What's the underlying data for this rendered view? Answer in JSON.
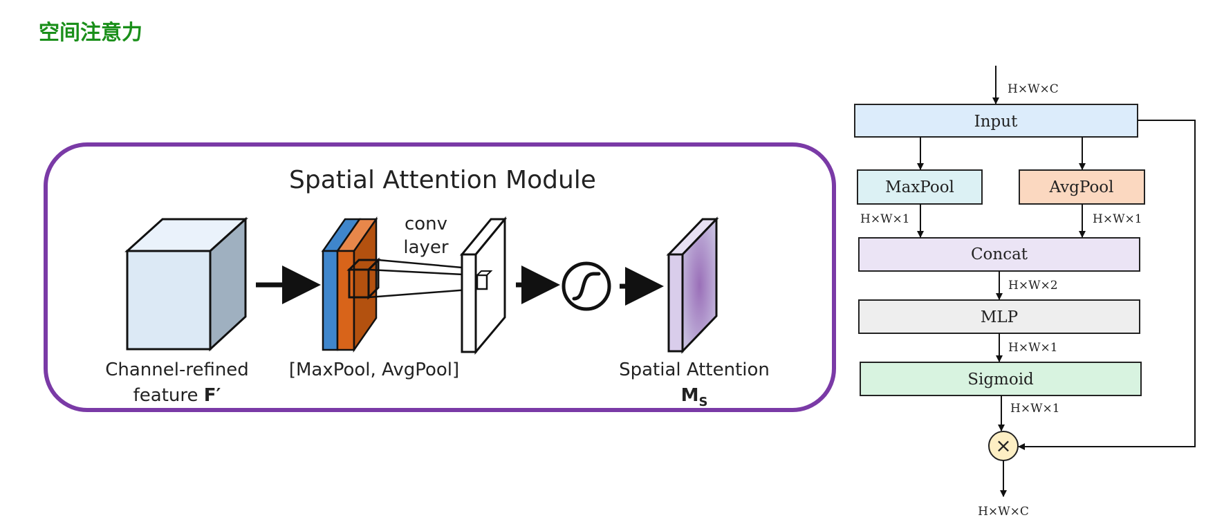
{
  "page_title": "空间注意力",
  "module": {
    "title": "Spatial Attention Module",
    "conv_label_line1": "conv",
    "conv_label_line2": "layer",
    "input_label_line1": "Channel-refined",
    "input_label_line2_prefix": "feature ",
    "input_label_symbol": "F′",
    "pool_label": "[MaxPool, AvgPool]",
    "output_label": "Spatial Attention",
    "output_symbol_main": "M",
    "output_symbol_sub": "S",
    "colors": {
      "border": "#7a3aa6",
      "cube_front": "#dce9f5",
      "cube_side": "#9fb0c0",
      "maxpool_blue": "#3f86cc",
      "avgpool_orange": "#d8641a",
      "attention_purple": "#b8a6d6"
    }
  },
  "flow": {
    "input_dim": "H×W×C",
    "input": "Input",
    "maxpool": "MaxPool",
    "avgpool": "AvgPool",
    "maxpool_dim": "H×W×1",
    "avgpool_dim": "H×W×1",
    "concat": "Concat",
    "concat_dim": "H×W×2",
    "mlp": "MLP",
    "mlp_dim": "H×W×1",
    "sigmoid": "Sigmoid",
    "sigmoid_dim": "H×W×1",
    "multiply_symbol": "×",
    "output_dim": "H×W×C",
    "colors": {
      "input": "#dcecfb",
      "maxpool": "#dcf1f4",
      "avgpool": "#fbd8c0",
      "concat": "#ebe4f5",
      "mlp": "#eeeeee",
      "sigmoid": "#d8f3e0",
      "multiply": "#fdefc4"
    }
  }
}
